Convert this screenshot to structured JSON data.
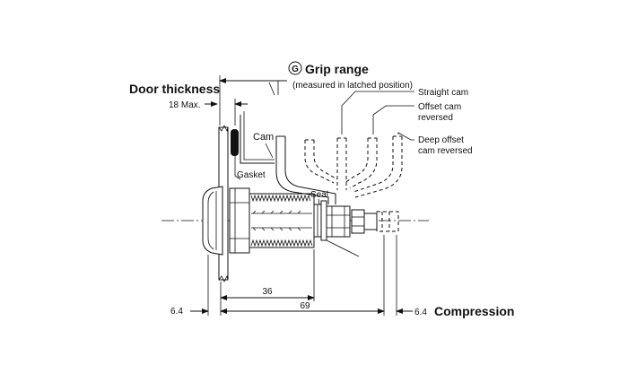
{
  "labels": {
    "grip_letter": "G",
    "grip_range": "Grip range",
    "measured": "(measured in latched position)",
    "door_thickness": "Door thickness",
    "max_18": "18  Max.",
    "straight_cam": "Straight cam",
    "offset_cam_1": "Offset cam",
    "offset_cam_2": "reversed",
    "deep_offset_1": "Deep offset",
    "deep_offset_2": "cam reversed",
    "cam": "Cam",
    "gasket": "Gasket",
    "seal": "Seal",
    "dim_36": "36",
    "dim_69": "69",
    "dim_left_64": "6.4",
    "dim_right_64": "6.4",
    "compression": "Compression"
  }
}
